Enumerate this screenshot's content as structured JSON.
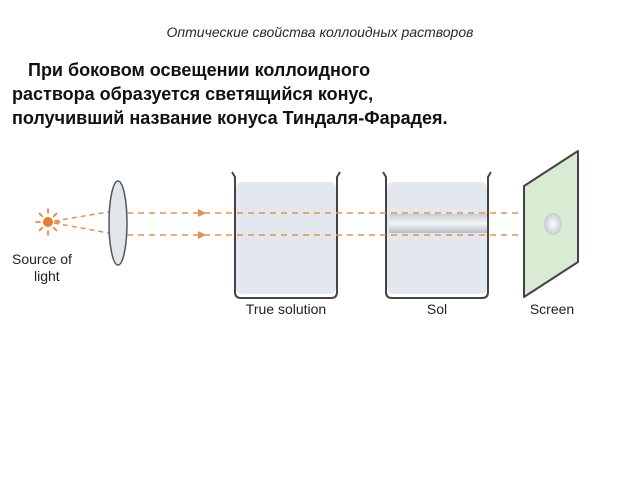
{
  "slide": {
    "title": "Оптические свойства коллоидных растворов",
    "body_lines": [
      "При боковом освещении коллоидного",
      "раствора образуется светящийся конус,",
      "получивший название конуса Тиндаля-Фарадея."
    ]
  },
  "diagram": {
    "labels": {
      "source_line1": "Source of",
      "source_line2": "light",
      "true_solution": "True solution",
      "sol": "Sol",
      "screen": "Screen"
    },
    "colors": {
      "beam": "#e8904a",
      "source": "#f07b2a",
      "lens_fill": "#dfe6ec",
      "glass_stroke": "#444444",
      "liquid": "#e2e8ee",
      "screen_fill": "#d9ecd3",
      "tyndall_cone": "#b9c1c8"
    }
  }
}
